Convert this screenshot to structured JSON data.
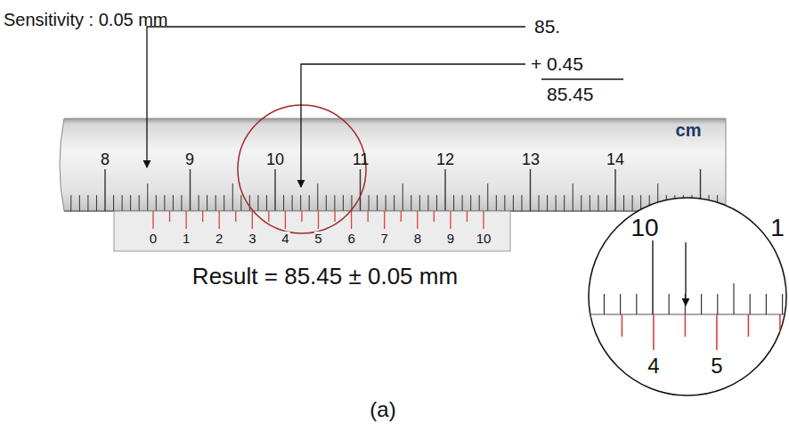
{
  "diagram": {
    "caption": "(a)",
    "labels": [
      "Sensitivity : 0.05 mm",
      "85.",
      "+ 0.45",
      "85.45",
      "8",
      "9",
      "10",
      "11",
      "12",
      "13",
      "14",
      "cm",
      "0",
      "1",
      "2",
      "3",
      "4",
      "5",
      "6",
      "7",
      "8",
      "9",
      "10",
      "Result = 85.45 ± 0.05 mm",
      "10",
      "1",
      "4",
      "5"
    ]
  }
}
